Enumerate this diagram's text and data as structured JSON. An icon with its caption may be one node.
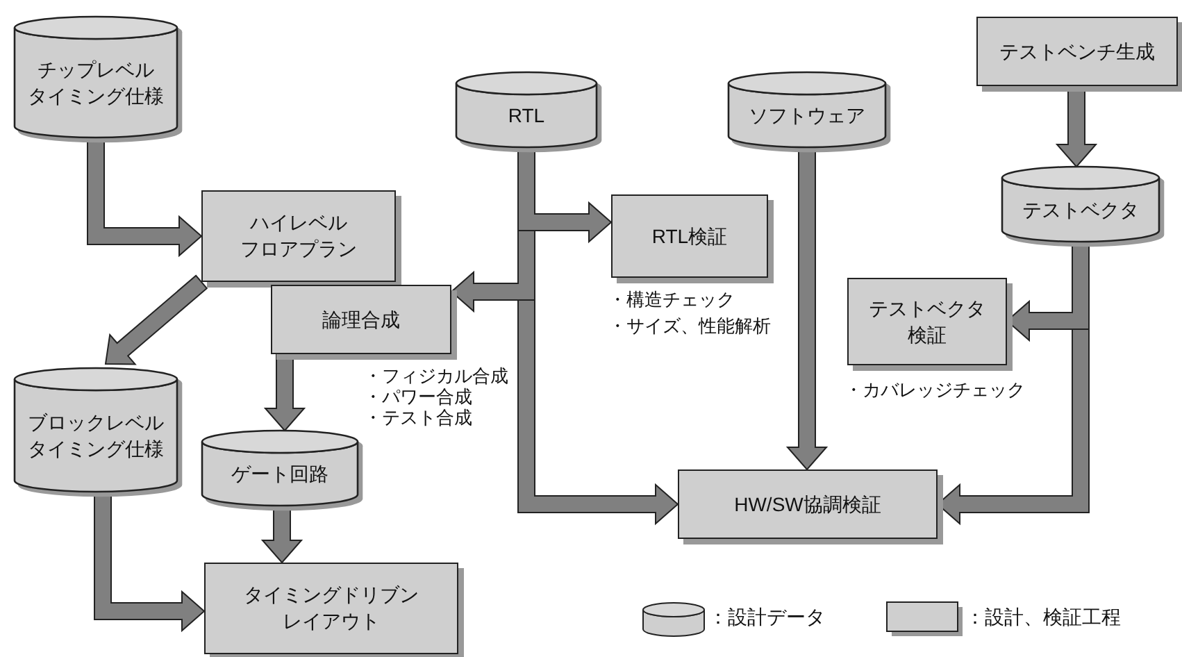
{
  "diagram": {
    "nodes": [
      {
        "text": [
          "チップレベルタイミング仕様"
        ]
      },
      {
        "text": [
          "ハイレベルフロアプラン"
        ]
      },
      {
        "text": [
          "論理合成"
        ],
        "beside": [
          "・フィジカル合成",
          "・パワー合成",
          "・テスト合成"
        ]
      },
      {
        "text": [
          "RTL"
        ]
      },
      {
        "text": [
          "ソフトウェア"
        ]
      },
      {
        "text": [
          "テストベンチ生成"
        ]
      },
      {
        "text": [
          "テストベクタ"
        ]
      },
      {
        "text": [
          "テストベクタ検証"
        ],
        "beside": [
          "・カバレッジチェック"
        ]
      },
      {
        "text": [
          "ブロックレベルタイミング仕様"
        ]
      },
      {
        "text": [
          "ゲート回路"
        ]
      },
      {
        "text": [
          "タイミングドリブンレイアウト"
        ]
      },
      {
        "text": [
          "RTL検証"
        ],
        "beside": [
          "・構造チェック",
          "・サイズ、性能解析"
        ]
      },
      {
        "text": [
          "HW/SW協調検証"
        ]
      }
    ],
    "edges": [
      {
        "from": 0,
        "to": 1,
        "arrow": "to",
        "style": "thick"
      },
      {
        "from": 3,
        "to": 11,
        "arrow": "to",
        "style": "thick"
      },
      {
        "from": 3,
        "to": 2,
        "arrow": "to",
        "style": "thick"
      },
      {
        "from": 3,
        "to": 12,
        "arrow": "to",
        "style": "thick"
      },
      {
        "from": 4,
        "to": 12,
        "arrow": "to",
        "style": "thick"
      },
      {
        "from": 5,
        "to": 6,
        "arrow": "to",
        "style": "thick"
      },
      {
        "from": 6,
        "to": 7,
        "arrow": "to",
        "style": "thick"
      },
      {
        "from": 6,
        "to": 12,
        "arrow": "to",
        "style": "thick"
      },
      {
        "from": 1,
        "to": 8,
        "arrow": "to",
        "style": "thick"
      },
      {
        "from": 2,
        "to": 9,
        "arrow": "to",
        "style": "thick"
      },
      {
        "from": 9,
        "to": 10,
        "arrow": "to",
        "style": "thick"
      },
      {
        "from": 8,
        "to": 10,
        "arrow": "to",
        "style": "thick"
      }
    ],
    "legend": [
      {
        "text": "：設計データ"
      },
      {
        "text": "：設計、検証工程"
      }
    ]
  }
}
